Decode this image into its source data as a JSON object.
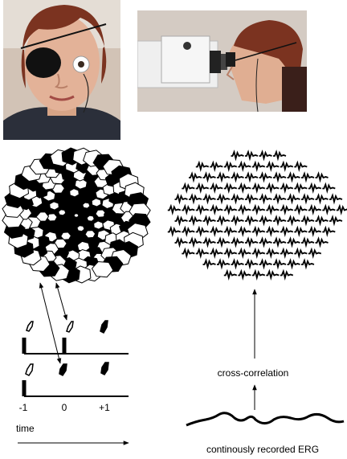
{
  "photos": {
    "left": {
      "subject": "woman-wearing-eye-patch-with-erg-electrode"
    },
    "right": {
      "subject": "woman-in-profile-viewing-stimulator"
    }
  },
  "timeline": {
    "ticks": [
      "-1",
      "0",
      "+1"
    ],
    "time_label": "time"
  },
  "labels": {
    "cross_correlation": "cross-correlation",
    "recorded_erg": "continously recorded ERG"
  },
  "colors": {
    "ink": "#000000",
    "paper": "#ffffff",
    "skin": "#d9a88f",
    "hair": "#7a3522",
    "device": "#efefef",
    "wall": "#d6cfc8"
  },
  "icons": {
    "arrow": "arrow-icon"
  }
}
